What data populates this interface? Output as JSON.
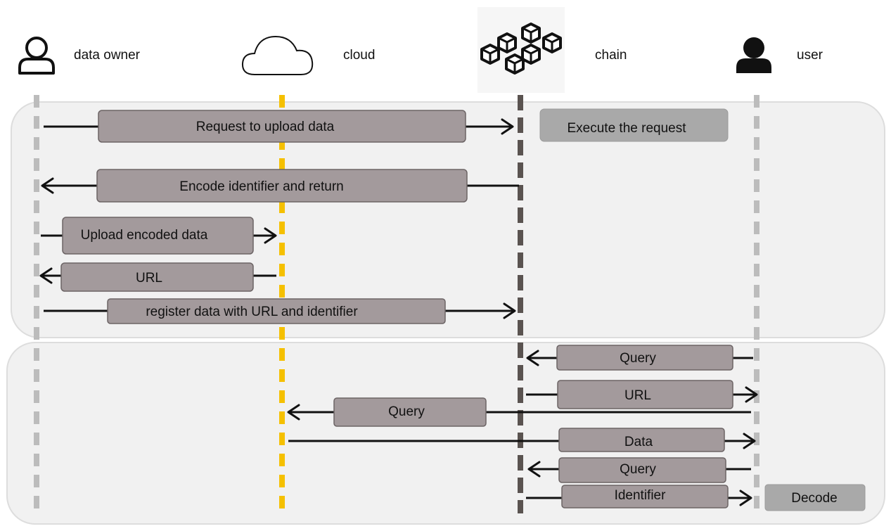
{
  "actors": [
    {
      "id": "data_owner",
      "label": "data owner",
      "icon": "person-outline-icon",
      "lifeline_color": "#bcbcbc"
    },
    {
      "id": "cloud",
      "label": "cloud",
      "icon": "cloud-outline-icon",
      "lifeline_color": "#f5c000"
    },
    {
      "id": "chain",
      "label": "chain",
      "icon": "blockchain-cubes-icon",
      "lifeline_color": "#5a5350"
    },
    {
      "id": "user",
      "label": "user",
      "icon": "person-filled-icon",
      "lifeline_color": "#bcbcbc"
    }
  ],
  "messages": [
    {
      "label": "Request to upload data"
    },
    {
      "label": "Encode identifier and return"
    },
    {
      "label": "Upload encoded data"
    },
    {
      "label": "URL"
    },
    {
      "label": "register data with URL and identifier"
    },
    {
      "label": "Query"
    },
    {
      "label": "URL"
    },
    {
      "label": "Query"
    },
    {
      "label": "Data"
    },
    {
      "label": "Query"
    },
    {
      "label": "Identifier"
    }
  ],
  "notes": [
    {
      "label": "Execute the request"
    },
    {
      "label": "Decode"
    }
  ],
  "colors": {
    "message_box": "#a39a9c",
    "note_box": "#a9a9a9",
    "phase_background": "#f1f1f1"
  }
}
